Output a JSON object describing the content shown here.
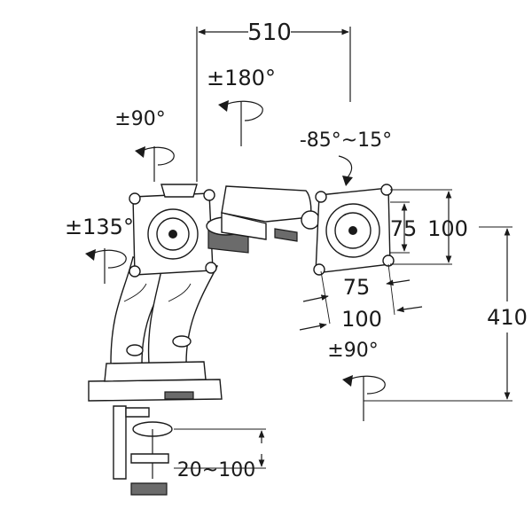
{
  "dimensions": {
    "arm_span": "510",
    "rotation_180": "±180°",
    "rotation_90_left": "±90°",
    "tilt_range": "-85°~15°",
    "rotation_135": "±135°",
    "vesa_75_vertical": "75",
    "vesa_100_vertical": "100",
    "vesa_75_horizontal": "75",
    "vesa_100_horizontal": "100",
    "height": "410",
    "rotation_90_base": "±90°",
    "clamp_range": "20~100"
  }
}
